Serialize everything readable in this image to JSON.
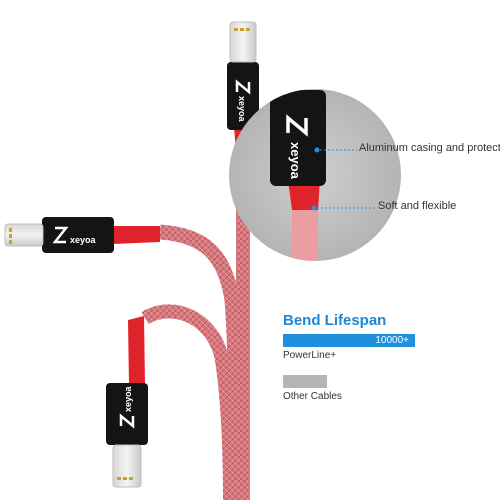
{
  "brand": {
    "name": "xeyoa"
  },
  "callouts": {
    "casing": "Aluminum casing and protective",
    "flexible": "Soft and flexible"
  },
  "lifespan": {
    "title": "Bend Lifespan",
    "powerline": {
      "label": "PowerLine+",
      "value_text": "10000+",
      "fraction": 1.0
    },
    "other": {
      "label": "Other Cables",
      "fraction": 0.33
    }
  },
  "colors": {
    "cable_red": "#e0242b",
    "braid_pink": "#d9787d",
    "housing_black": "#141414",
    "accent_blue": "#1e90de",
    "gray_bar": "#b5b5b5"
  }
}
